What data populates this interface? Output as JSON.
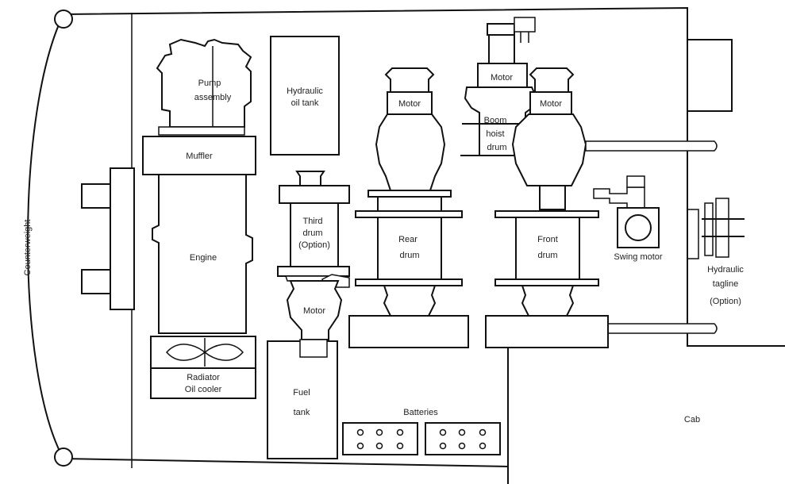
{
  "labels": {
    "counterweight": "Counterweight",
    "pump_assembly": [
      "Pump",
      "assembly"
    ],
    "hydraulic_oil_tank": [
      "Hydraulic",
      "oil tank"
    ],
    "muffler": "Muffler",
    "engine": "Engine",
    "radiator": [
      "Radiator",
      "Oil cooler"
    ],
    "third_drum": [
      "Third",
      "drum",
      "(Option)"
    ],
    "motor_third": "Motor",
    "fuel_tank": [
      "Fuel",
      "tank"
    ],
    "batteries": "Batteries",
    "rear_drum": [
      "Rear",
      "drum"
    ],
    "motor_rear": "Motor",
    "motor_boom": "Motor",
    "boom_hoist_drum": [
      "Boom",
      "hoist",
      "drum"
    ],
    "motor_front": "Motor",
    "front_drum": [
      "Front",
      "drum"
    ],
    "swing_motor": "Swing motor",
    "hydraulic_tagline": [
      "Hydraulic",
      "tagline",
      "(Option)"
    ],
    "cab": "Cab"
  }
}
